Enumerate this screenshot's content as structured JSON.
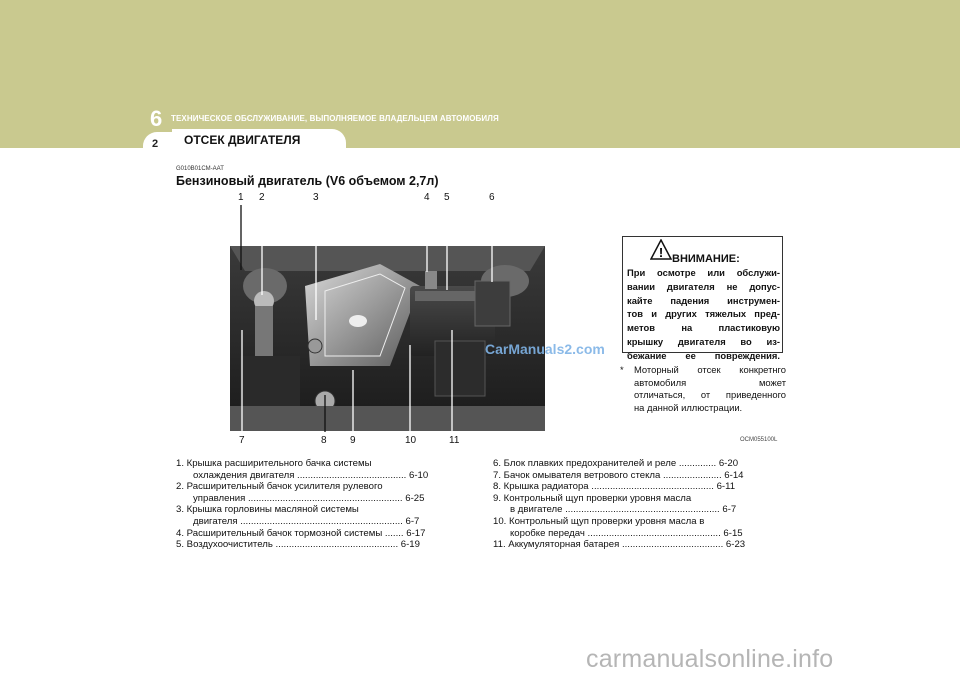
{
  "header": {
    "chapter_number": "6",
    "chapter_title": "ТЕХНИЧЕСКОЕ ОБСЛУЖИВАНИЕ, ВЫПОЛНЯЕМОЕ ВЛАДЕЛЬЦЕМ АВТОМОБИЛЯ",
    "page_number": "2",
    "section_title": "ОТСЕК ДВИГАТЕЛЯ"
  },
  "doc_code": "G010B01CM-AAT",
  "heading": "Бензиновый двигатель (V6 объемом 2,7л)",
  "figure": {
    "top_numbers": [
      "1",
      "2",
      "3",
      "4",
      "5",
      "6"
    ],
    "bottom_numbers": [
      "7",
      "8",
      "9",
      "10",
      "11"
    ],
    "figure_code": "OCM055100L"
  },
  "warning": {
    "title": "ВНИМАНИЕ:",
    "lines": [
      "При осмотре или обслужи-",
      "вании двигателя не допус-",
      "кайте падения инструмен-",
      "тов и других тяжелых пред-",
      "метов на пластиковую",
      "крышку двигателя во из-",
      "бежание ее повреждения."
    ]
  },
  "watermark": "CarManuals2.com",
  "note": {
    "star": "*",
    "lines": [
      "Моторный отсек конкретнго",
      "автомобиля может",
      "отличаться, от приведенного",
      "на данной иллюстрации."
    ]
  },
  "left_list": [
    {
      "line1": "1.  Крышка расширительного бачка системы",
      "line2": "охлаждения двигателя ......................................... 6-10"
    },
    {
      "line1": "2.  Расширительный бачок усилителя рулевого",
      "line2": "управления .......................................................... 6-25"
    },
    {
      "line1": "3.  Крышка горловины масляной системы",
      "line2": "двигателя .............................................................  6-7"
    },
    {
      "line1": "4.  Расширительный бачок тормозной системы ....... 6-17",
      "line2": ""
    },
    {
      "line1": "5.  Воздухоочиститель .............................................. 6-19",
      "line2": ""
    }
  ],
  "right_list": [
    {
      "line1": "6.  Блок плавких предохранителей  и реле .............. 6-20",
      "line2": ""
    },
    {
      "line1": "7.  Бачок омывателя  ветрового стекла ...................... 6-14",
      "line2": ""
    },
    {
      "line1": "8.  Крышка радиатора  .............................................. 6-11",
      "line2": ""
    },
    {
      "line1": "9.  Контрольный щуп проверки уровня масла",
      "line2": "в двигателе ..........................................................  6-7"
    },
    {
      "line1": "10. Контрольный щуп проверки уровня масла в",
      "line2": "коробке передач .................................................. 6-15"
    },
    {
      "line1": "11. Аккумуляторная батарея ...................................... 6-23",
      "line2": ""
    }
  ],
  "footer": "carmanualsonline.info"
}
